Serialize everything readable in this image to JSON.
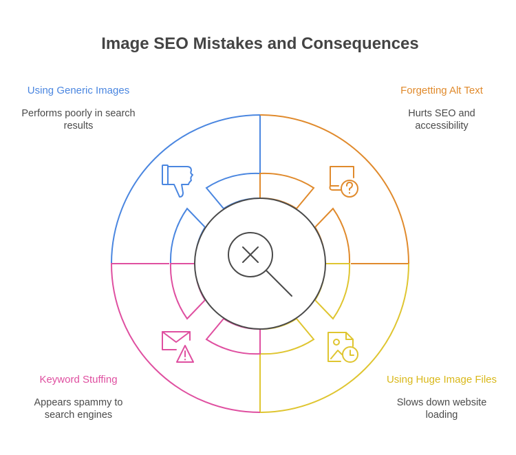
{
  "title": "Image SEO Mistakes and Consequences",
  "colors": {
    "blue": "#4a86e0",
    "orange": "#e08a2c",
    "yellow": "#dfc530",
    "pink": "#df4fa0",
    "center": "#4a4a4a"
  },
  "center": {
    "icon": "magnifier-x-icon"
  },
  "quadrants": [
    {
      "heading": "Using Generic Images",
      "description": "Performs poorly in search results",
      "icon": "thumbs-down-icon",
      "color": "blue"
    },
    {
      "heading": "Forgetting Alt Text",
      "description": "Hurts SEO and accessibility",
      "icon": "image-question-icon",
      "color": "orange"
    },
    {
      "heading": "Keyword Stuffing",
      "description": "Appears spammy to search engines",
      "icon": "mail-warning-icon",
      "color": "pink"
    },
    {
      "heading": "Using Huge Image Files",
      "description": "Slows down website loading",
      "icon": "image-file-clock-icon",
      "color": "yellow"
    }
  ]
}
